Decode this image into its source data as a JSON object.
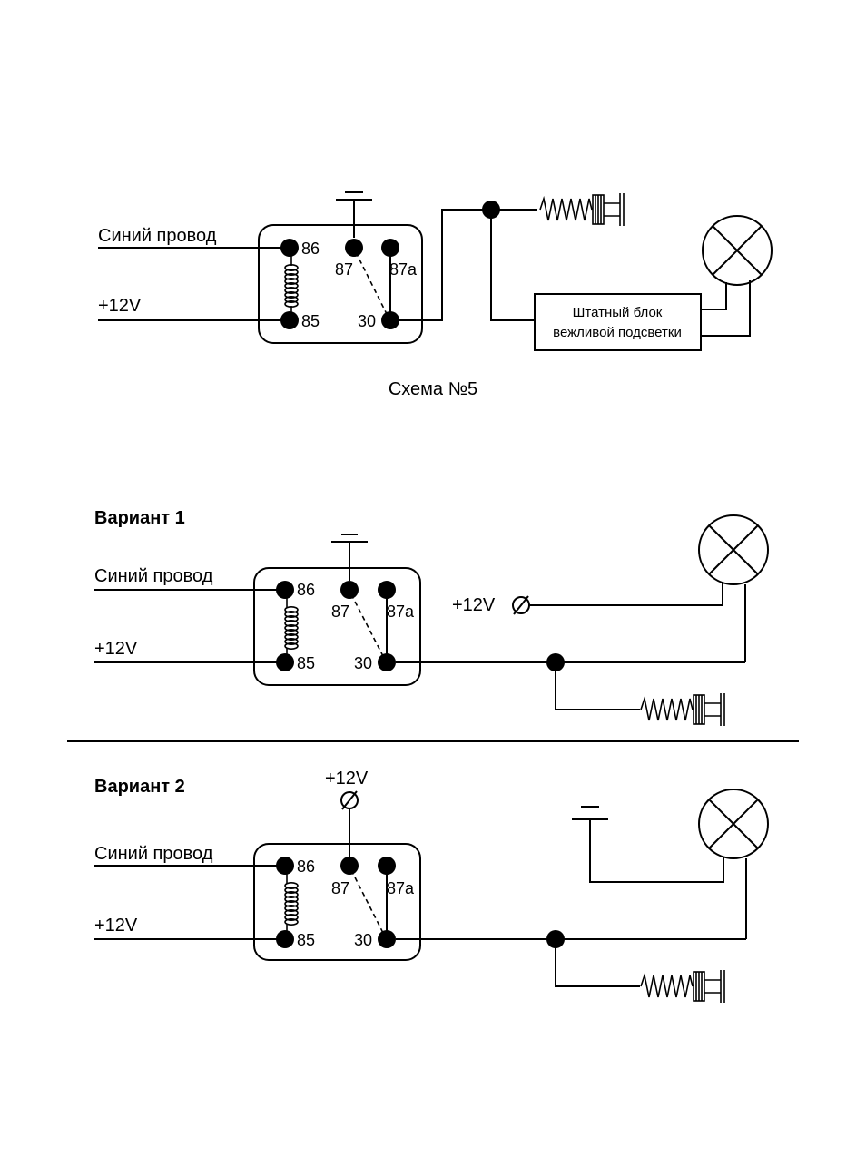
{
  "diagrams": {
    "scheme5": {
      "caption": "Схема №5",
      "input_blue": "Синий провод",
      "input_12v": "+12V",
      "pins": {
        "p86": "86",
        "p87": "87",
        "p87a": "87a",
        "p85": "85",
        "p30": "30"
      },
      "block_line1": "Штатный блок",
      "block_line2": "вежливой подсветки",
      "ground_mark": "—"
    },
    "variant1": {
      "title": "Вариант 1",
      "input_blue": "Синий провод",
      "input_12v": "+12V",
      "lamp_supply": "+12V",
      "pins": {
        "p86": "86",
        "p87": "87",
        "p87a": "87a",
        "p85": "85",
        "p30": "30"
      },
      "ground_mark": "—"
    },
    "variant2": {
      "title": "Вариант 2",
      "input_blue": "Синий провод",
      "input_12v": "+12V",
      "relay_supply": "+12V",
      "pins": {
        "p86": "86",
        "p87": "87",
        "p87a": "87a",
        "p85": "85",
        "p30": "30"
      },
      "ground_mark": "—"
    }
  }
}
